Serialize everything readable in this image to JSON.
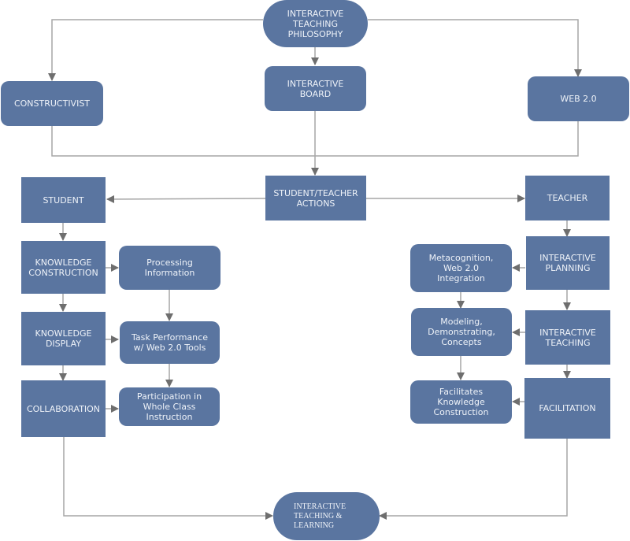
{
  "diagram": {
    "nodes": {
      "philosophy": "INTERACTIVE\nTEACHING\nPHILOSOPHY",
      "constructivist": "CONSTRUCTIVIST",
      "board": "INTERACTIVE\nBOARD",
      "web20": "WEB 2.0",
      "actions": "STUDENT/TEACHER\nACTIONS",
      "student": "STUDENT",
      "teacher": "TEACHER",
      "knowledge_construction": "KNOWLEDGE\nCONSTRUCTION",
      "processing_information": "Processing\nInformation",
      "knowledge_display": "KNOWLEDGE\nDISPLAY",
      "task_performance": "Task Performance\nw/ Web 2.0 Tools",
      "collaboration": "COLLABORATION",
      "participation": "Participation in\nWhole Class\nInstruction",
      "interactive_planning": "INTERACTIVE\nPLANNING",
      "metacognition": "Metacognition,\nWeb 2.0\nIntegration",
      "interactive_teaching": "INTERACTIVE\nTEACHING",
      "modeling": "Modeling,\nDemonstrating,\nConcepts",
      "facilitation": "FACILITATION",
      "facilitates": "Facilitates\nKnowledge\nConstruction",
      "outcome": "INTERACTIVE\nTEACHING &\nLEARNING"
    },
    "colors": {
      "node_fill": "#5a75a0",
      "node_text": "#eef2f8",
      "connector": "#a6a6a6",
      "arrowhead": "#6e6e6e"
    }
  }
}
